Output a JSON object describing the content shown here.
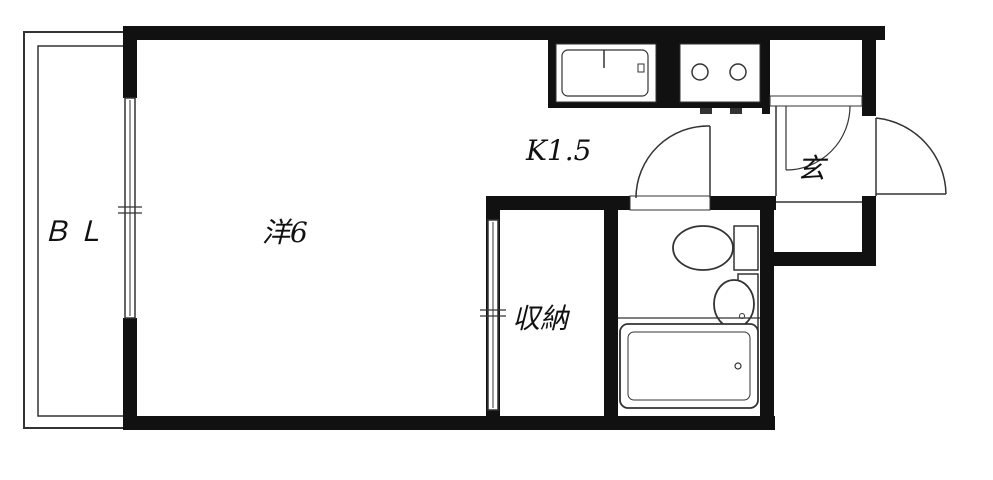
{
  "floor_plan": {
    "rooms": {
      "balcony": "ＢＬ",
      "western_room": "洋6",
      "kitchen": "K1.5",
      "entrance": "玄",
      "storage": "収納"
    },
    "colors": {
      "wall": "#111111",
      "line": "#333333",
      "background": "#ffffff"
    }
  }
}
